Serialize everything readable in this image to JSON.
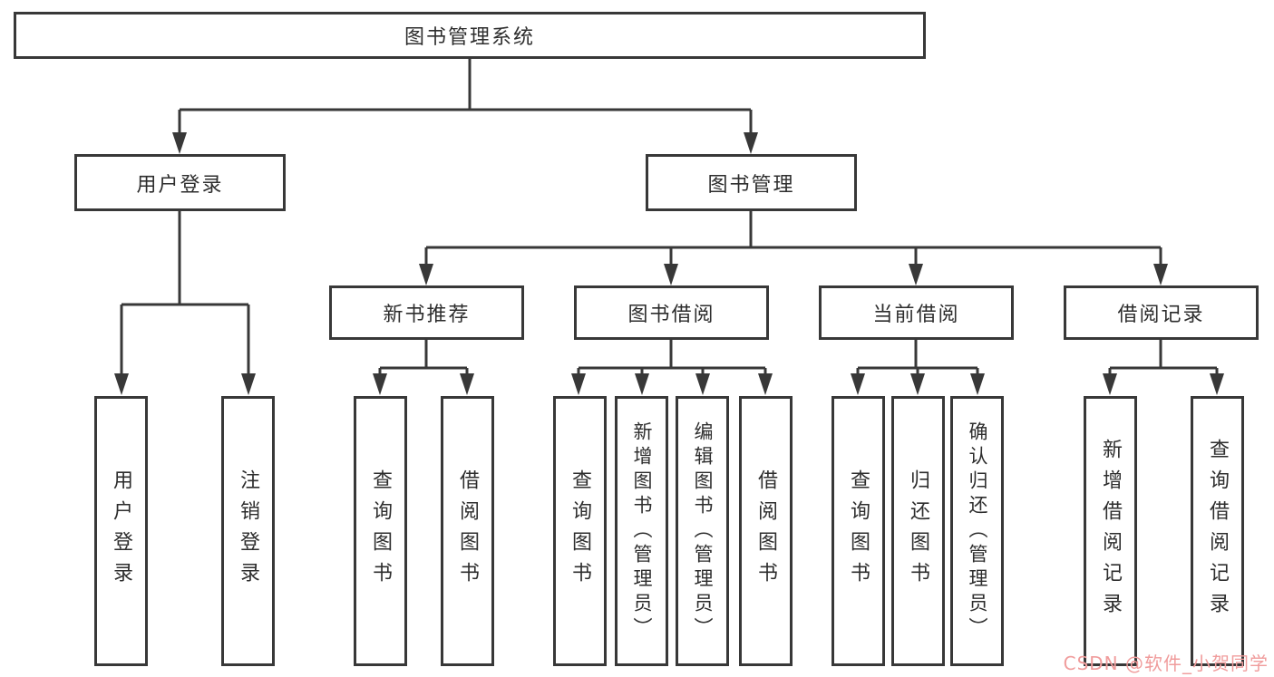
{
  "diagram_title": "图书管理系统",
  "tree": {
    "root": {
      "label": "图书管理系统"
    },
    "user_login": {
      "label": "用户登录",
      "children": [
        {
          "label": "用户登录"
        },
        {
          "label": "注销登录"
        }
      ]
    },
    "book_mgmt": {
      "label": "图书管理"
    },
    "new_book_rec": {
      "label": "新书推荐",
      "children": [
        {
          "label": "查询图书"
        },
        {
          "label": "借阅图书"
        }
      ]
    },
    "book_borrow": {
      "label": "图书借阅",
      "children": [
        {
          "label": "查询图书"
        },
        {
          "label": "新增图书（管理员）"
        },
        {
          "label": "编辑图书（管理员）"
        },
        {
          "label": "借阅图书"
        }
      ]
    },
    "current_borrow": {
      "label": "当前借阅",
      "children": [
        {
          "label": "查询图书"
        },
        {
          "label": "归还图书"
        },
        {
          "label": "确认归还（管理员）"
        }
      ]
    },
    "borrow_records": {
      "label": "借阅记录",
      "children": [
        {
          "label": "新增借阅记录"
        },
        {
          "label": "查询借阅记录"
        }
      ]
    }
  },
  "watermark": "CSDN @软件_小贺同学",
  "colors": {
    "line": "#383838",
    "box_border": "#383838",
    "box_bg": "#ffffff",
    "text": "#2d2d2d",
    "watermark": "#f09c9c",
    "page_bg": "#ffffff"
  }
}
